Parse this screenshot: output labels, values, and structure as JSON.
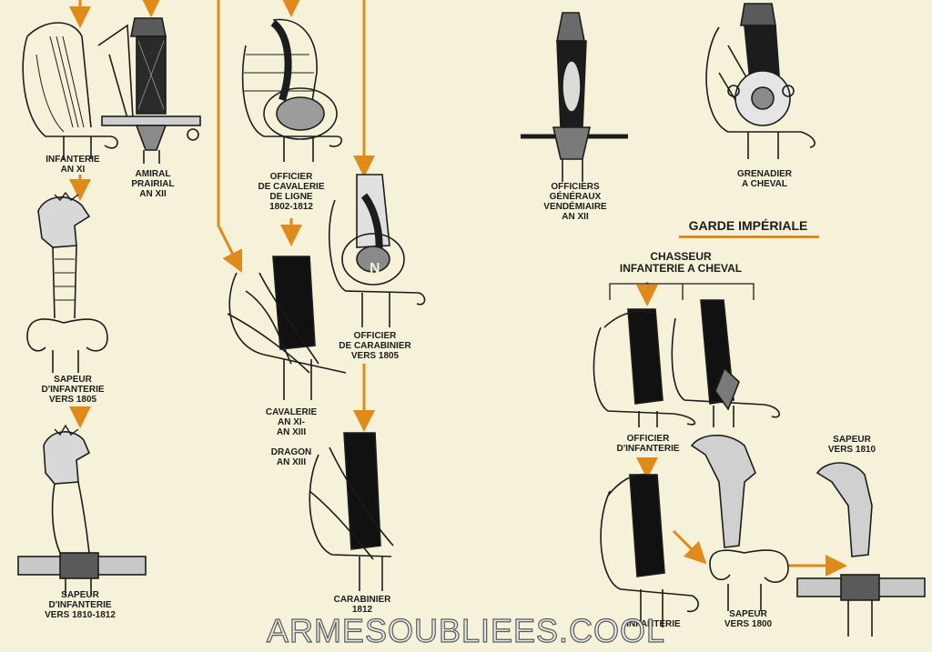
{
  "section_title": "GARDE IMPÉRIALE",
  "watermark": "ARMESOUBLIEES.COOL",
  "labels": {
    "infanterie_an_xi": [
      "INFANTERIE",
      "AN XI"
    ],
    "amiral": [
      "AMIRAL",
      "PRAIRIAL",
      "AN XII"
    ],
    "officier_cavalerie": [
      "OFFICIER",
      "DE CAVALERIE",
      "DE LIGNE",
      "1802-1812"
    ],
    "officiers_generaux": [
      "OFFICIERS",
      "GÉNÉRAUX",
      "VENDÉMIAIRE",
      "AN XII"
    ],
    "grenadier": [
      "GRENADIER",
      "A CHEVAL"
    ],
    "sapeur_1805": [
      "SAPEUR",
      "D'INFANTERIE",
      "VERS 1805"
    ],
    "cavalerie": [
      "CAVALERIE",
      "AN XI-",
      "AN XIII"
    ],
    "dragon": [
      "DRAGON",
      "AN XIII"
    ],
    "officier_carabinier": [
      "OFFICIER",
      "DE CARABINIER",
      "VERS 1805"
    ],
    "chasseur": [
      "CHASSEUR",
      "INFANTERIE A CHEVAL"
    ],
    "officier_infanterie": [
      "OFFICIER",
      "D'INFANTERIE"
    ],
    "sapeur_1810_top": [
      "SAPEUR",
      "VERS 1810"
    ],
    "sapeur_1810_1812": [
      "SAPEUR",
      "D'INFANTERIE",
      "VERS 1810-1812"
    ],
    "carabinier_1812": [
      "CARABINIER",
      "1812"
    ],
    "infanterie_bottom": [
      "INFANTERIE"
    ],
    "sapeur_1800": [
      "SAPEUR",
      "VERS 1800"
    ]
  },
  "icons": [
    "sword-hilt-icon",
    "flow-arrow-icon"
  ],
  "colors": {
    "background": "#f6f2da",
    "arrow": "#e08a1a",
    "ink": "#1c1c1c"
  }
}
